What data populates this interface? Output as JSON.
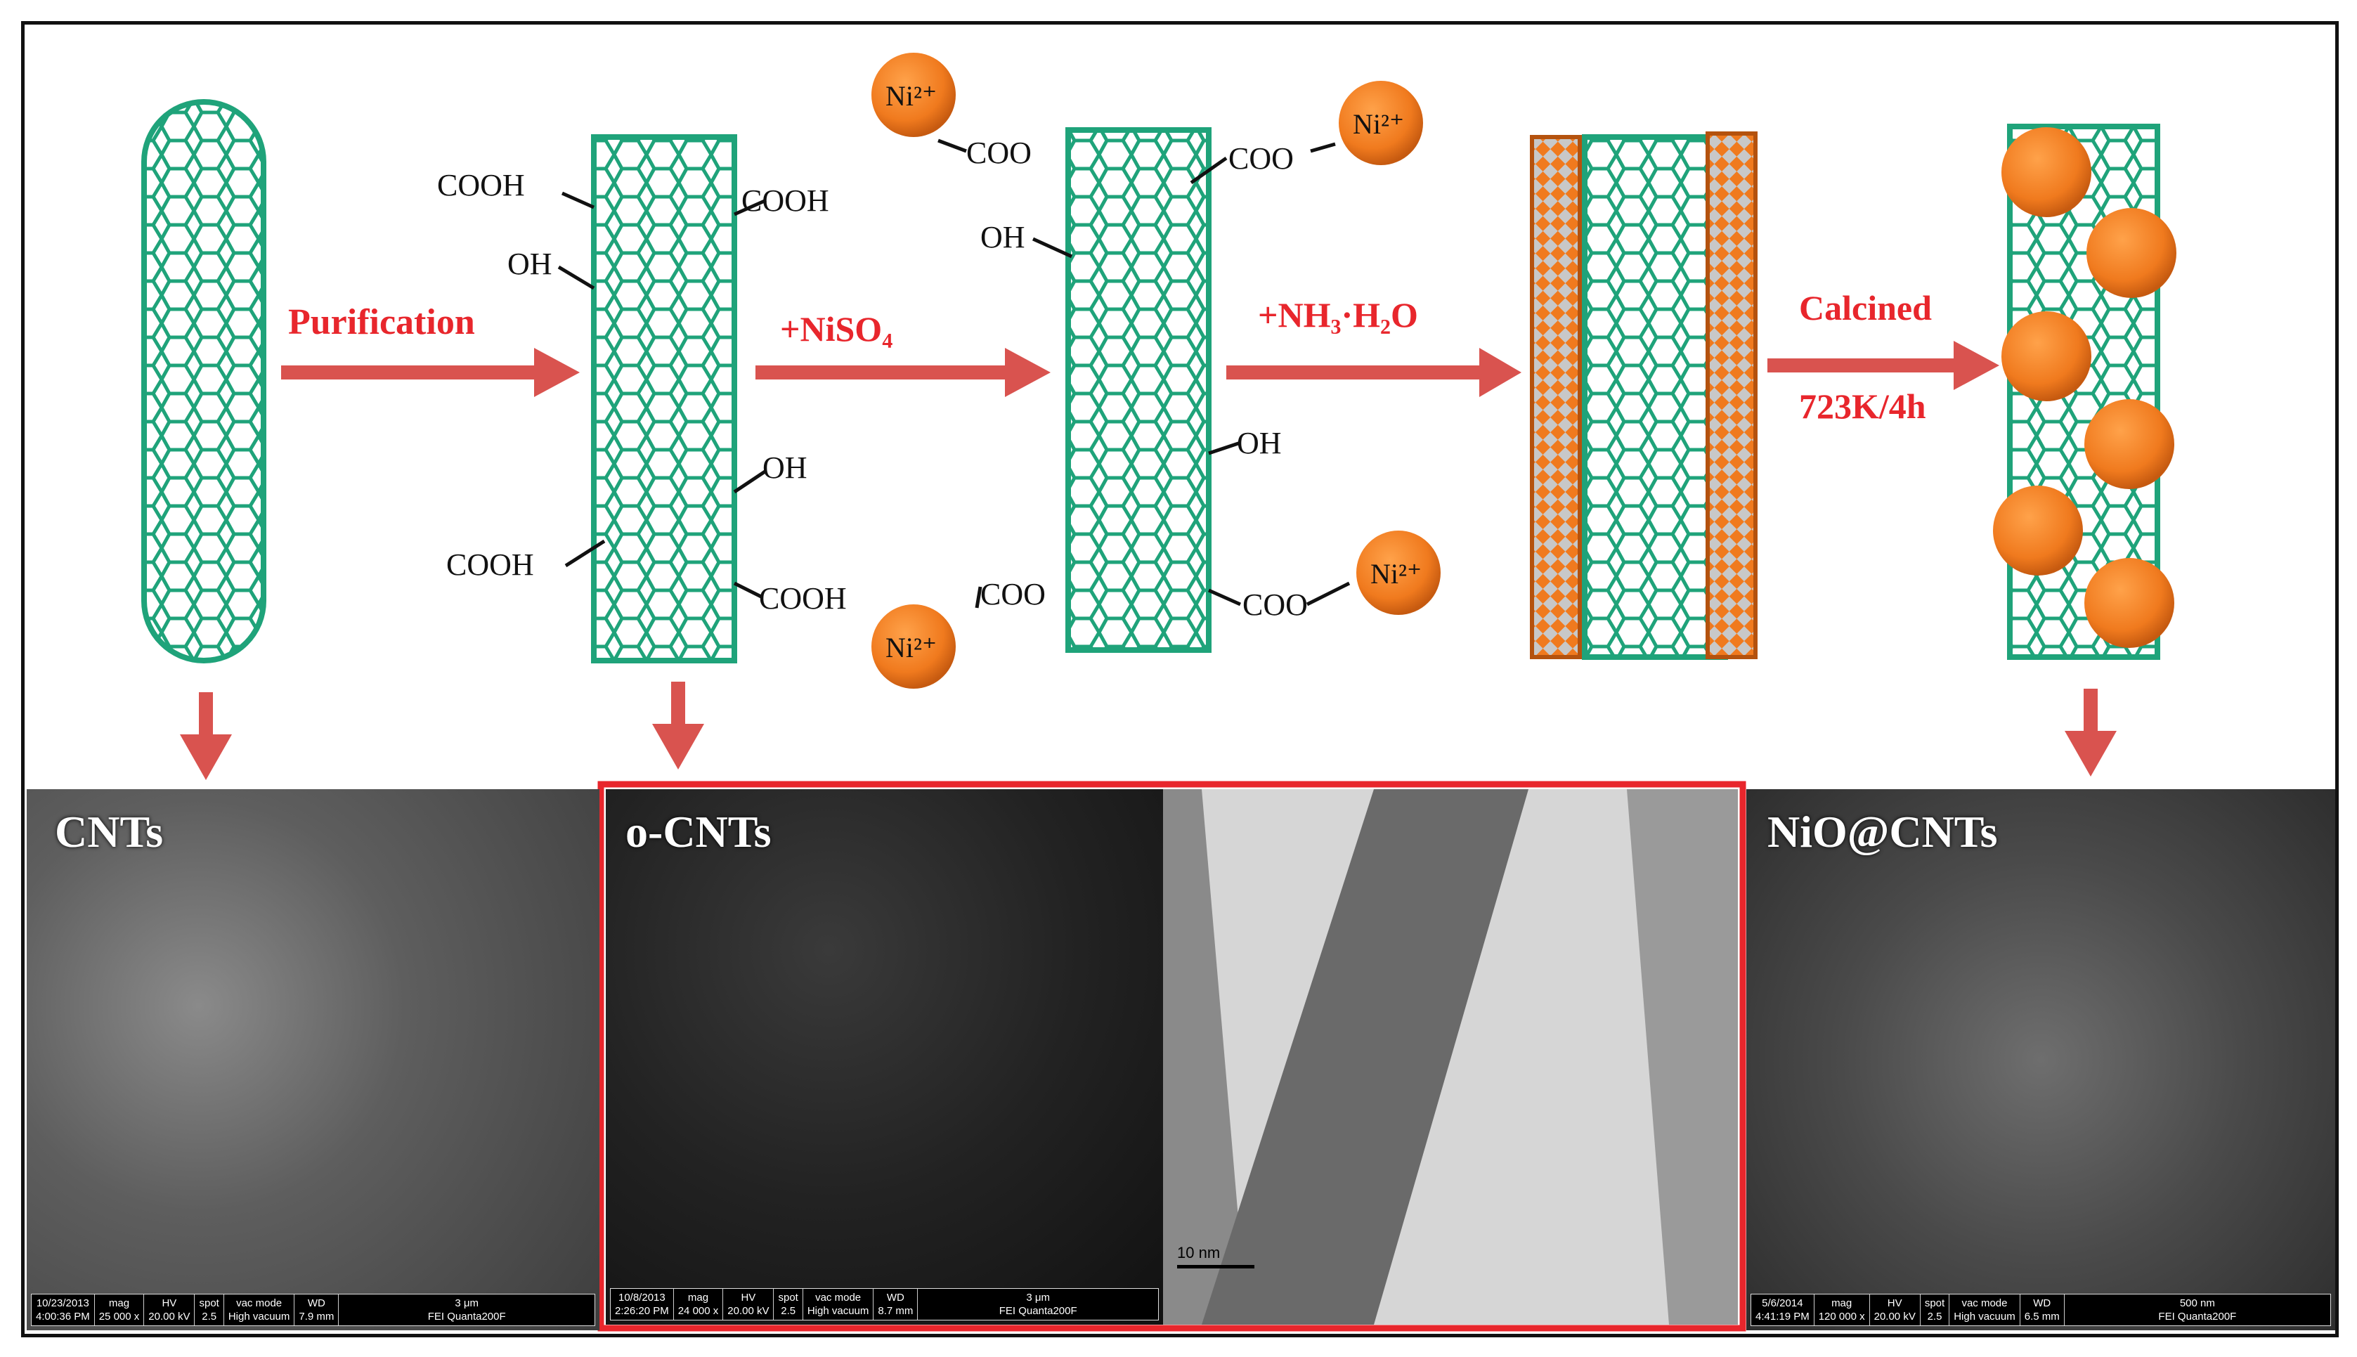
{
  "scheme": {
    "steps": [
      "Purification",
      "+NiSO₄",
      "+NH₃·H₂O",
      "Calcined",
      "723K/4h"
    ],
    "groups": {
      "cooh": "COOH",
      "oh": "OH",
      "coo": "COO",
      "ni": "Ni²⁺"
    },
    "colors": {
      "tube": "#1fa37a",
      "arrow": "#d9534f",
      "particle": "#f07a1e",
      "highlight_box": "#e8262c"
    }
  },
  "panels": [
    {
      "title": "CNTs",
      "databar": {
        "date": "10/23/2013",
        "time": "4:00:36 PM",
        "mag": "25 000 x",
        "hv": "20.00 kV",
        "spot": "2.5",
        "vac_mode": "High vacuum",
        "wd": "7.9 mm",
        "scale": "3 μm",
        "instrument": "FEI Quanta200F"
      }
    },
    {
      "title": "o-CNTs",
      "databar": {
        "date": "10/8/2013",
        "time": "2:26:20 PM",
        "mag": "24 000 x",
        "hv": "20.00 kV",
        "spot": "2.5",
        "vac_mode": "High vacuum",
        "wd": "8.7 mm",
        "scale": "3 μm",
        "instrument": "FEI Quanta200F"
      }
    },
    {
      "tem_scale": "10 nm"
    },
    {
      "title": "NiO@CNTs",
      "databar": {
        "date": "5/6/2014",
        "time": "4:41:19 PM",
        "mag": "120 000 x",
        "hv": "20.00 kV",
        "spot": "2.5",
        "vac_mode": "High vacuum",
        "wd": "6.5 mm",
        "scale": "500 nm",
        "instrument": "FEI Quanta200F"
      }
    }
  ],
  "databar_headers": {
    "mag": "mag",
    "hv": "HV",
    "spot": "spot",
    "vac_mode": "vac mode",
    "wd": "WD"
  }
}
